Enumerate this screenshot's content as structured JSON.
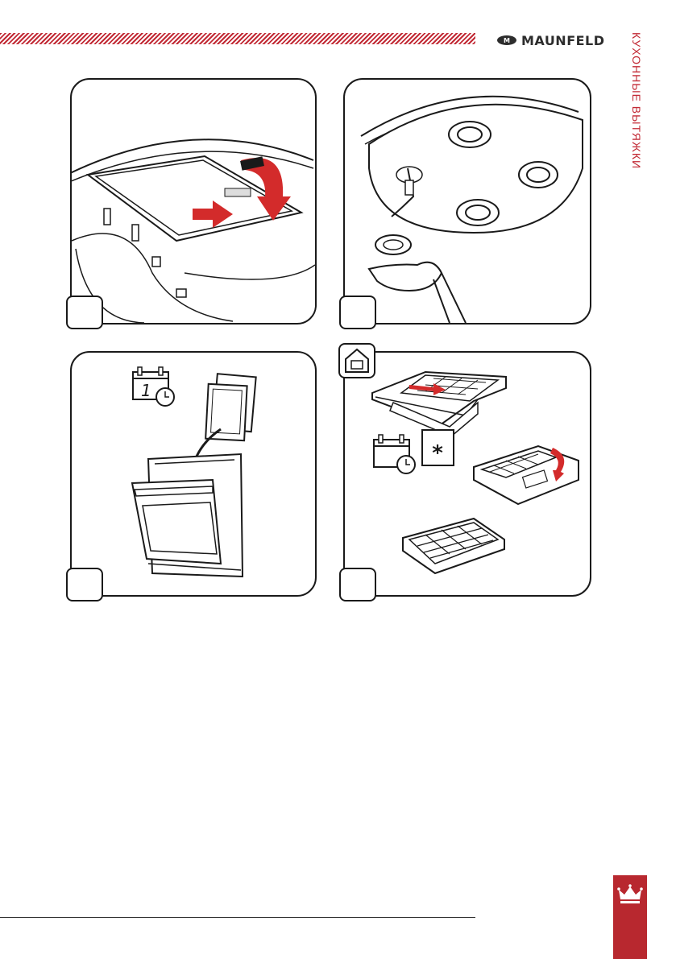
{
  "header": {
    "brand": "MAUNFELD",
    "side_title": "КУХОННЫЕ ВЫТЯЖКИ"
  },
  "panels": [
    {
      "id": "panel-1",
      "icon": "hood-filter-slide-arrows"
    },
    {
      "id": "panel-2",
      "icon": "hood-bulb-removal"
    },
    {
      "id": "panel-3",
      "icon": "dishwasher-filter-wash",
      "calendar_number": "1"
    },
    {
      "id": "panel-4",
      "icon": "carbon-filter-replace",
      "asterisk": "*"
    }
  ],
  "colors": {
    "accent": "#c22a35",
    "ink": "#1a1a1a"
  },
  "footer": {
    "icon": "crown-icon"
  }
}
